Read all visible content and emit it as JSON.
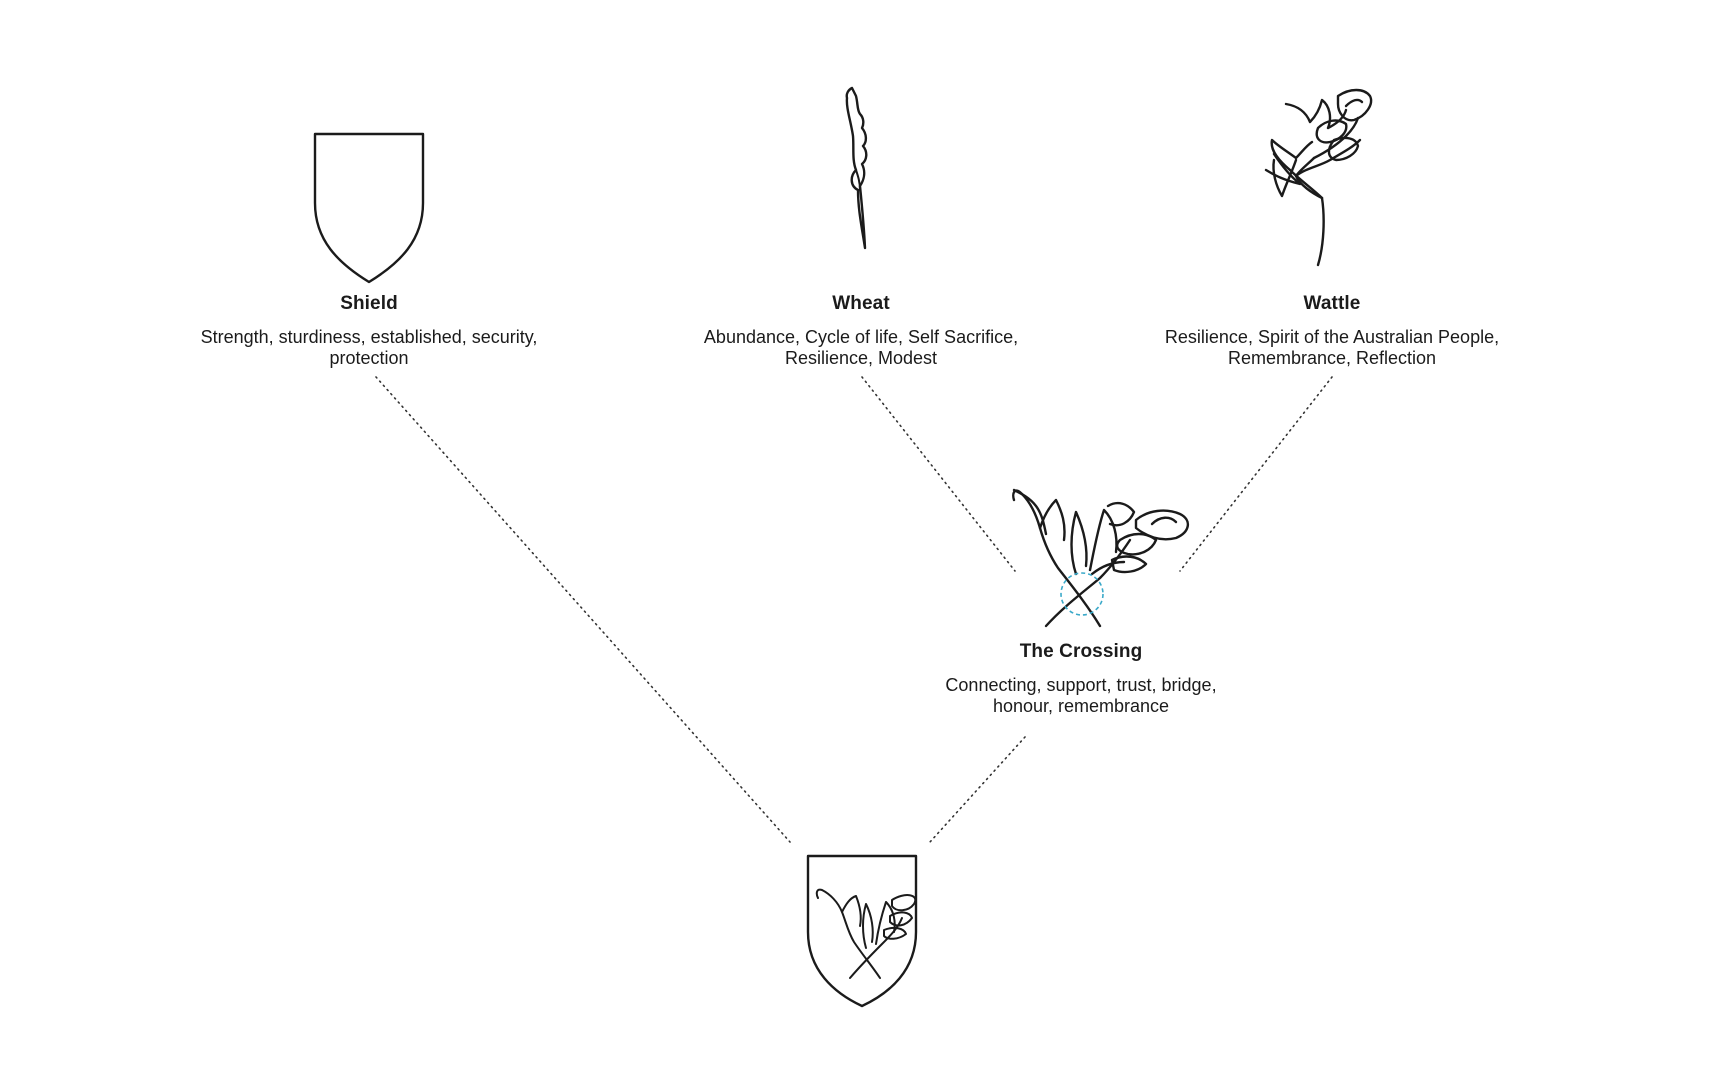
{
  "nodes": {
    "shield": {
      "title": "Shield",
      "desc_line1": "Strength, sturdiness, established, security,",
      "desc_line2": "protection"
    },
    "wheat": {
      "title": "Wheat",
      "desc_line1": "Abundance, Cycle of life, Self Sacrifice,",
      "desc_line2": "Resilience, Modest"
    },
    "wattle": {
      "title": "Wattle",
      "desc_line1": "Resilience, Spirit of the Australian People,",
      "desc_line2": "Remembrance, Reflection"
    },
    "crossing": {
      "title": "The Crossing",
      "desc_line1": "Connecting, support, trust, bridge,",
      "desc_line2": "honour, remembrance"
    }
  },
  "icons": {
    "shield": "shield-icon",
    "wheat": "wheat-stalk-icon",
    "wattle": "wattle-sprig-icon",
    "crossing": "crossed-sprigs-icon",
    "emblem": "shield-emblem-icon"
  },
  "colors": {
    "line": "#1b1b1b",
    "highlight": "#3aa9c9",
    "background": "#ffffff"
  }
}
